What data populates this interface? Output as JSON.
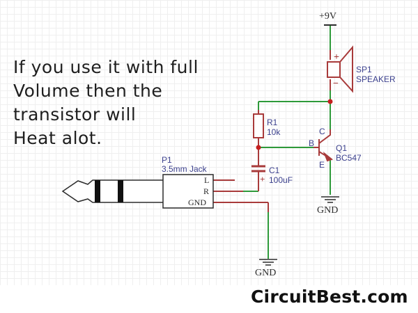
{
  "note": {
    "lines": [
      "If you use it with full",
      "Volume then the",
      "transistor will",
      "Heat alot."
    ]
  },
  "brand": "CircuitBest.com",
  "colors": {
    "wire": "#2e9a3a",
    "component": "#a83a3a",
    "label": "#3a3f8c",
    "junction": "#c41f1f"
  },
  "schematic": {
    "power": {
      "label": "+9V"
    },
    "speaker": {
      "ref": "SP1",
      "value": "SPEAKER",
      "plus": "+",
      "minus": "−"
    },
    "resistor": {
      "ref": "R1",
      "value": "10k"
    },
    "capacitor": {
      "ref": "C1",
      "value": "100uF",
      "plus": "+"
    },
    "transistor": {
      "ref": "Q1",
      "value": "BC547",
      "pin_b": "B",
      "pin_c": "C",
      "pin_e": "E"
    },
    "jack": {
      "ref": "P1",
      "value": "3.5mm Jack",
      "pins": [
        "L",
        "R",
        "GND"
      ]
    },
    "grounds": [
      {
        "label": "GND"
      },
      {
        "label": "GND"
      }
    ]
  }
}
